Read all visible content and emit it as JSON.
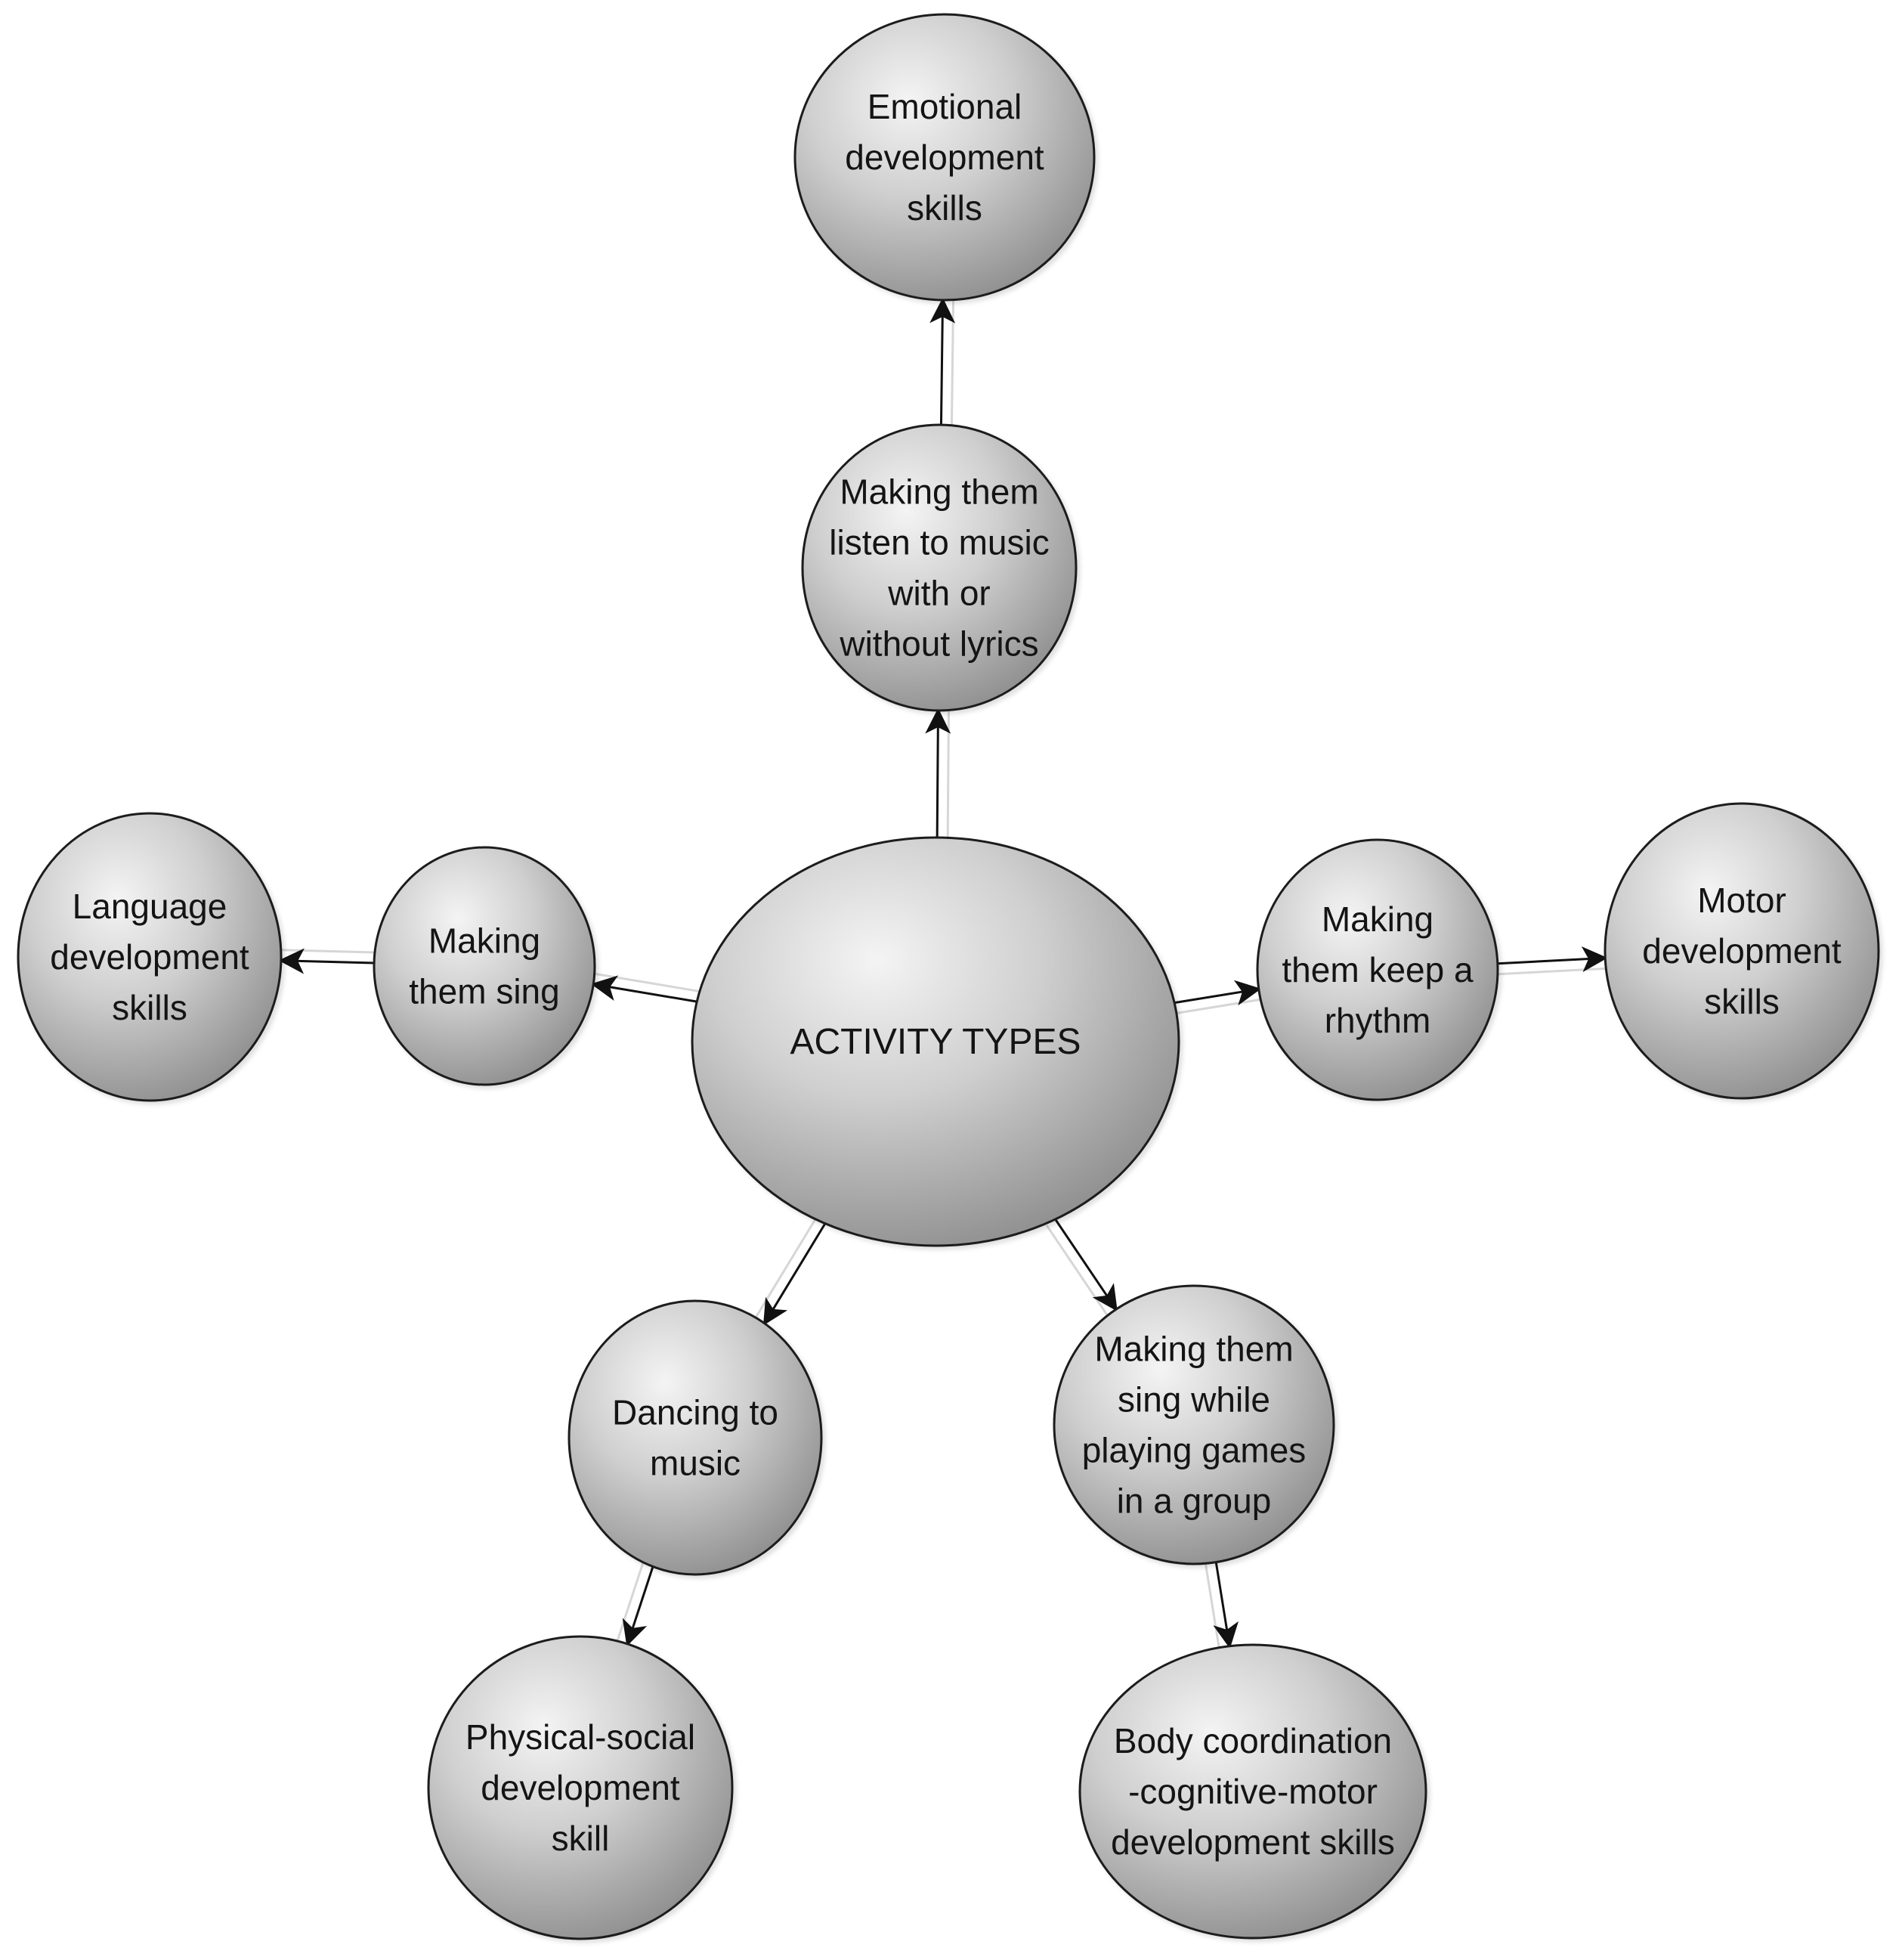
{
  "nodes": {
    "center": {
      "lines": [
        "ACTIVITY TYPES"
      ]
    },
    "listen": {
      "lines": [
        "Making them",
        "listen to music",
        "with or",
        "without lyrics"
      ]
    },
    "emotional": {
      "lines": [
        "Emotional",
        "development",
        "skills"
      ]
    },
    "sing": {
      "lines": [
        "Making",
        "them sing"
      ]
    },
    "language": {
      "lines": [
        "Language",
        "development",
        "skills"
      ]
    },
    "rhythm": {
      "lines": [
        "Making",
        "them keep a",
        "rhythm"
      ]
    },
    "motor": {
      "lines": [
        "Motor",
        "development",
        "skills"
      ]
    },
    "dance": {
      "lines": [
        "Dancing to",
        "music"
      ]
    },
    "physical": {
      "lines": [
        "Physical-social",
        "development",
        "skill"
      ]
    },
    "games": {
      "lines": [
        "Making them",
        "sing while",
        "playing games",
        "in a group"
      ]
    },
    "coordination": {
      "lines": [
        "Body coordination",
        "-cognitive-motor",
        "development skills"
      ]
    }
  },
  "edges": [
    {
      "from": "center",
      "to": "listen"
    },
    {
      "from": "listen",
      "to": "emotional"
    },
    {
      "from": "center",
      "to": "sing"
    },
    {
      "from": "sing",
      "to": "language"
    },
    {
      "from": "center",
      "to": "rhythm"
    },
    {
      "from": "rhythm",
      "to": "motor"
    },
    {
      "from": "center",
      "to": "dance"
    },
    {
      "from": "dance",
      "to": "physical"
    },
    {
      "from": "center",
      "to": "games"
    },
    {
      "from": "games",
      "to": "coordination"
    }
  ]
}
